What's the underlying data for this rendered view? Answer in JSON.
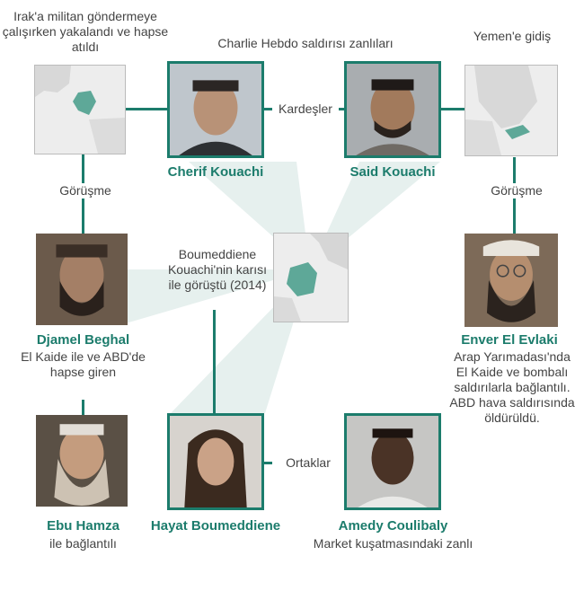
{
  "colors": {
    "accent": "#1c7c6c",
    "map_land": "#e6e6e6",
    "highlight": "#5ea898",
    "fan": "#e3efec"
  },
  "top_left_caption": "Irak'a militan göndermeye çalışırken yakalandı ve hapse atıldı",
  "top_center_caption": "Charlie Hebdo saldırısı zanlıları",
  "top_right_caption": "Yemen'e gidiş",
  "relations": {
    "brothers": "Kardeşler",
    "meeting_left": "Görüşme",
    "meeting_right": "Görüşme",
    "partners": "Ortaklar"
  },
  "center_caption": "Boumeddiene Kouachi'nin karısı ile görüştü (2014)",
  "people": {
    "cherif": {
      "name": "Cherif Kouachi"
    },
    "said": {
      "name": "Said Kouachi"
    },
    "djamel": {
      "name": "Djamel Beghal",
      "desc": "El Kaide ile ve ABD'de hapse giren"
    },
    "enver": {
      "name": "Enver El Evlaki",
      "desc": "Arap Yarımadası'nda El Kaide ve bombalı saldırılarla bağlantılı. ABD hava saldırısında öldürüldü."
    },
    "ebu": {
      "name": "Ebu Hamza",
      "desc": "ile bağlantılı"
    },
    "hayat": {
      "name": "Hayat Boumeddiene"
    },
    "amedy": {
      "name": "Amedy Coulibaly",
      "desc": "Market kuşatmasındaki zanlı"
    }
  }
}
